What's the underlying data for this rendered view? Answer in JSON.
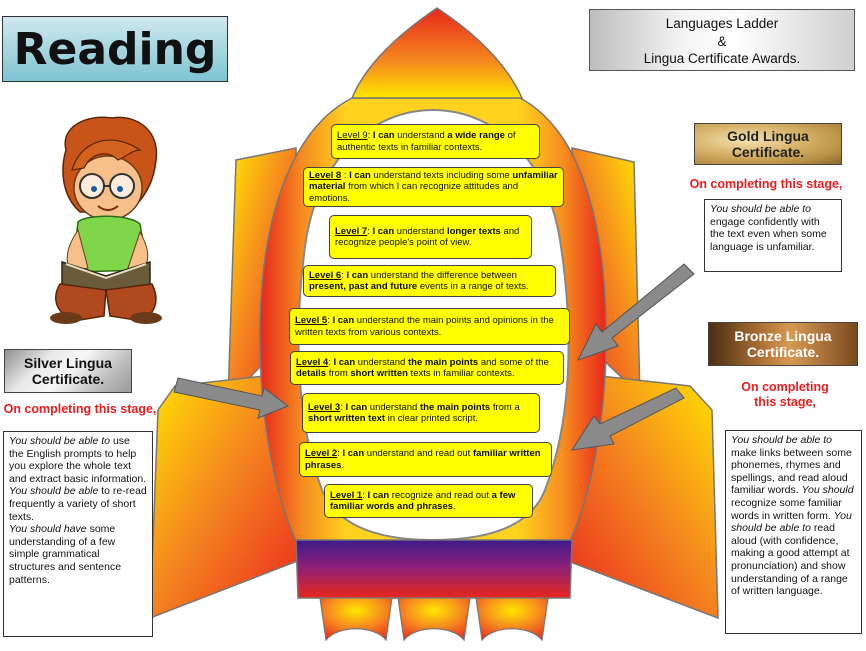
{
  "title": "Reading",
  "header": {
    "line1": "Languages Ladder",
    "line2": "&",
    "line3": "Lingua Certificate Awards."
  },
  "gold": {
    "label": "Gold Lingua Certificate.",
    "on_completing": "On completing this stage,",
    "desc_italic": "You should be able to",
    "desc_rest": "engage confidently with the text even when some language is unfamiliar."
  },
  "bronze": {
    "label": "Bronze Lingua Certificate.",
    "on_completing": "On completing this stage,",
    "p1_italic": "You should be able to",
    "p1_rest": "make links between some phonemes, rhymes and spellings, and read aloud familiar words.",
    "p2_italic": "You should",
    "p2_rest": "recognize some familiar words in written form.",
    "p3_italic": "You should be able to",
    "p3_rest": "read aloud (with confidence, making a good attempt at pronunciation) and show understanding of a range of written language."
  },
  "silver": {
    "label": "Silver Lingua Certificate.",
    "on_completing": "On completing this stage,",
    "p1_italic": "You should be able to",
    "p1_rest": "use the English prompts to help you explore the whole text and extract basic information.",
    "p2_italic": "You should be able",
    "p2_rest": "to re-read frequently a variety of short texts.",
    "p3_italic": "You should have",
    "p3_rest": "some understanding of a few simple grammatical structures and sentence patterns."
  },
  "levels": {
    "l9": {
      "name": "Level 9",
      "sep": ": ",
      "b1": "I can",
      "t1": " understand ",
      "b2": "a wide range",
      "t2": " of authentic texts in familiar contexts."
    },
    "l8": {
      "name": "Level 8",
      "sep": " : ",
      "b1": "I can",
      "t1": " understand texts including some ",
      "b2": "unfamiliar material",
      "t2": " from  which I can recognize attitudes and emotions."
    },
    "l7": {
      "name": "Level 7",
      "sep": ": ",
      "b1": "I can",
      "t1": " understand ",
      "b2": "longer texts",
      "t2": " and recognize people's point of view."
    },
    "l6": {
      "name": "Level 6",
      "sep": ": ",
      "b1": "I can",
      "t1": " understand the difference between ",
      "b2": "present, past and future",
      "t2": " events in a range of texts."
    },
    "l5": {
      "name": "Level 5",
      "sep": ": ",
      "b1": "I can",
      "t1": " understand the main points and opinions in the written texts from various contexts."
    },
    "l4": {
      "name": "Level 4",
      "sep": ": ",
      "b1": "I can",
      "t1": " understand ",
      "b2": "the main points",
      "t2": " and some of the ",
      "b3": "details",
      "t3": " from ",
      "b4": "short written",
      "t4": " texts in familiar contexts."
    },
    "l3": {
      "name": "Level 3",
      "sep": ": ",
      "b1": "I can",
      "t1": " understand ",
      "b2": "the main points",
      "t2": " from a ",
      "b3": "short written text",
      "t3": " in clear printed script."
    },
    "l2": {
      "name": "Level 2",
      "sep": ": ",
      "b1": "I can",
      "t1": " understand and read out ",
      "b2": "familiar written phrases",
      "t2": "."
    },
    "l1": {
      "name": "Level 1",
      "sep": ": ",
      "b1": "I can",
      "t1": " recognize and read out ",
      "b2": "a few familiar words and phrases",
      "t2": "."
    }
  },
  "colors": {
    "rocket_red": "#e8261d",
    "rocket_orange": "#f58a1f",
    "rocket_yellow": "#ffe600",
    "rocket_base_purple": "#5a1a8c",
    "level_yellow": "#ffff00",
    "stage_red": "#ee1c1c"
  },
  "icons": {
    "boy": "boy-reading-book-illustration",
    "arrow": "grey-pointer-arrow"
  }
}
